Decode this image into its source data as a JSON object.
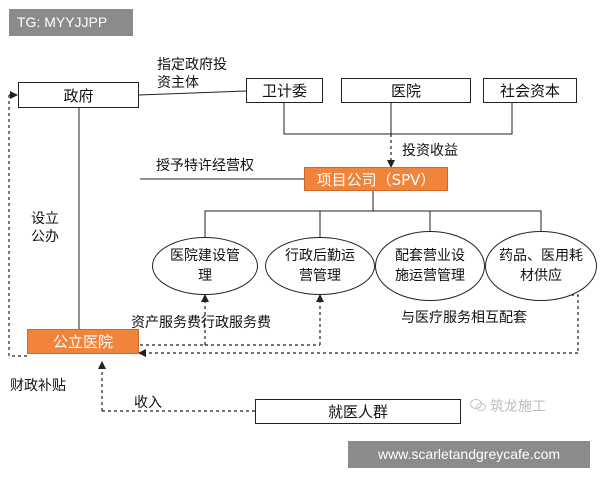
{
  "tag_label": "TG: MYYJJPP",
  "site_label": "www.scarletandgreycafe.com",
  "watermark": "筑龙施工",
  "nodes": {
    "government": "政府",
    "health_commission": "卫计委",
    "hospital": "医院",
    "social_capital": "社会资本",
    "spv": "项目公司（SPV）",
    "public_hospital": "公立医院",
    "patients": "就医人群"
  },
  "services": [
    "医院建设管理",
    "行政后勤运营管理",
    "配套营业设施运营管理",
    "药品、医用耗材供应"
  ],
  "labels": {
    "designate_investor": "指定政府投资主体",
    "investment_return": "投资收益",
    "grant_franchise": "授予特许经营权",
    "establish_public": "设立公办",
    "service_fees": "资产服务费行政服务费",
    "complement": "与医疗服务相互配套",
    "fiscal_subsidy": "财政补贴",
    "income": "收入"
  }
}
